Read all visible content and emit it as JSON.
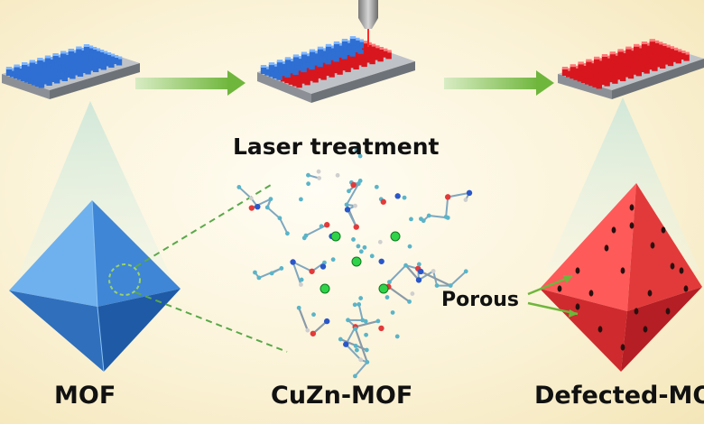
{
  "labels": {
    "laser_treatment": "Laser treatment",
    "mof": "MOF",
    "cuzn_mof": "CuZn-MOF",
    "defected_mof": "Defected-MOF",
    "porous": "Porous"
  },
  "colors": {
    "mof_blue": "#3f86d6",
    "defect_red": "#e23a3a",
    "arrow_green": "#7cc04a",
    "background": "#fbf3d8"
  },
  "icons": {
    "laser": "laser-nozzle-icon",
    "arrow": "right-arrow-icon"
  }
}
